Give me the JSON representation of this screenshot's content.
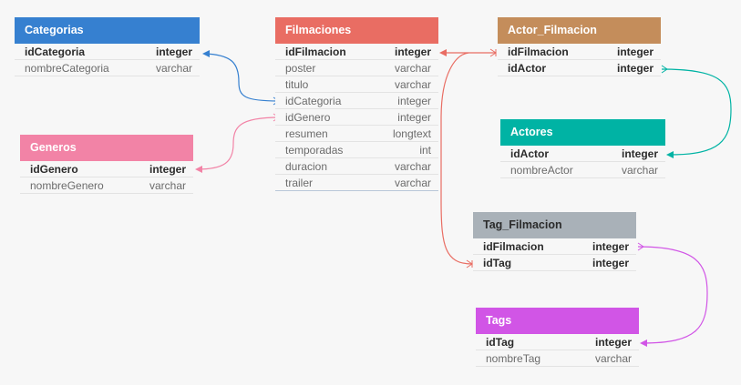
{
  "colors": {
    "background": "#f7f7f7",
    "categorias": "#3680d0",
    "filmaciones": "#e96d63",
    "actor_filmacion": "#c48d5b",
    "actores": "#00b3a4",
    "generos": "#f283a6",
    "tag_filmacion": "#a9b1b8",
    "tags": "#d155e6"
  },
  "tables": {
    "categorias": {
      "name": "Categorias",
      "rows": [
        {
          "field": "idCategoria",
          "type": "integer",
          "key": true
        },
        {
          "field": "nombreCategoria",
          "type": "varchar",
          "key": false
        }
      ]
    },
    "filmaciones": {
      "name": "Filmaciones",
      "rows": [
        {
          "field": "idFilmacion",
          "type": "integer",
          "key": true
        },
        {
          "field": "poster",
          "type": "varchar",
          "key": false
        },
        {
          "field": "titulo",
          "type": "varchar",
          "key": false
        },
        {
          "field": "idCategoria",
          "type": "integer",
          "key": false
        },
        {
          "field": "idGenero",
          "type": "integer",
          "key": false
        },
        {
          "field": "resumen",
          "type": "longtext",
          "key": false
        },
        {
          "field": "temporadas",
          "type": "int",
          "key": false
        },
        {
          "field": "duracion",
          "type": "varchar",
          "key": false
        },
        {
          "field": "trailer",
          "type": "varchar",
          "key": false
        }
      ]
    },
    "actor_filmacion": {
      "name": "Actor_Filmacion",
      "rows": [
        {
          "field": "idFilmacion",
          "type": "integer",
          "key": true
        },
        {
          "field": "idActor",
          "type": "integer",
          "key": true
        }
      ]
    },
    "actores": {
      "name": "Actores",
      "rows": [
        {
          "field": "idActor",
          "type": "integer",
          "key": true
        },
        {
          "field": "nombreActor",
          "type": "varchar",
          "key": false
        }
      ]
    },
    "generos": {
      "name": "Generos",
      "rows": [
        {
          "field": "idGenero",
          "type": "integer",
          "key": true
        },
        {
          "field": "nombreGenero",
          "type": "varchar",
          "key": false
        }
      ]
    },
    "tag_filmacion": {
      "name": "Tag_Filmacion",
      "rows": [
        {
          "field": "idFilmacion",
          "type": "integer",
          "key": true
        },
        {
          "field": "idTag",
          "type": "integer",
          "key": true
        }
      ]
    },
    "tags": {
      "name": "Tags",
      "rows": [
        {
          "field": "idTag",
          "type": "integer",
          "key": true
        },
        {
          "field": "nombreTag",
          "type": "varchar",
          "key": false
        }
      ]
    }
  }
}
